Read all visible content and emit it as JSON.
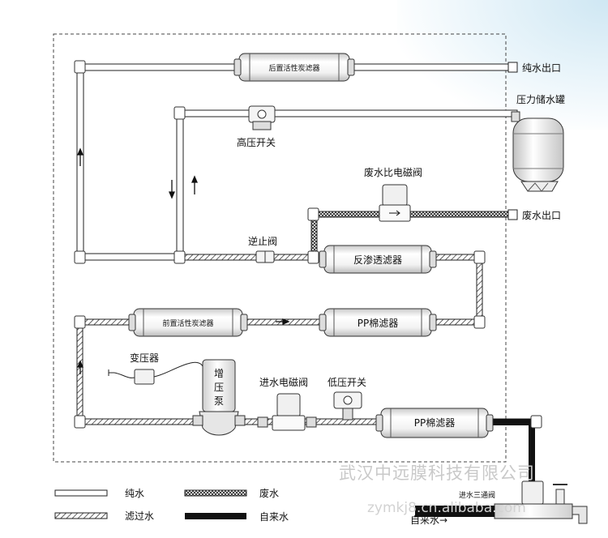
{
  "components": {
    "post_carbon_filter": "后置活性炭滤器",
    "pure_water_outlet": "纯水出口",
    "pressure_tank": "压力储水罐",
    "high_pressure_switch": "高压开关",
    "waste_ratio_valve": "废水比电磁阀",
    "waste_water_outlet": "废水出口",
    "check_valve": "逆止阀",
    "ro_filter": "反渗透滤器",
    "pre_carbon_filter": "前置活性炭滤器",
    "pp_filter_upper": "PP棉滤器",
    "transformer": "变压器",
    "booster_pump": "增压泵",
    "inlet_valve": "进水电磁阀",
    "low_pressure_switch": "低压开关",
    "pp_filter_lower": "PP棉滤器",
    "inlet_tee": "进水三通阀",
    "tap_water_in": "自来水→"
  },
  "pump_chars": [
    "增",
    "压",
    "泵"
  ],
  "legend": {
    "pure_water": "纯水",
    "filtered_water": "滤过水",
    "waste_water": "废水",
    "tap_water": "自来水"
  },
  "company": "武汉中远膜科技有限公司",
  "watermark": "zymkj8.cn.alibaba.com"
}
